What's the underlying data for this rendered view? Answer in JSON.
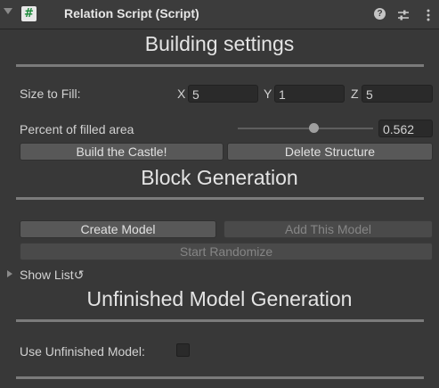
{
  "header": {
    "title": "Relation Script (Script)",
    "script_icon_glyph": "#",
    "help_glyph": "?",
    "icons": [
      "foldout-arrow-icon",
      "script-icon",
      "help-icon",
      "presets-icon",
      "kebab-menu-icon"
    ]
  },
  "building": {
    "heading": "Building settings",
    "size_label": "Size to Fill:",
    "x_label": "X",
    "x_value": "5",
    "y_label": "Y",
    "y_value": "1",
    "z_label": "Z",
    "z_value": "5",
    "percent_label": "Percent of filled area",
    "percent_value": "0.562",
    "slider_fraction": 0.562,
    "build_button": "Build the Castle!",
    "delete_button": "Delete Structure"
  },
  "block": {
    "heading": "Block Generation",
    "create_button": "Create Model",
    "add_button": "Add This Model",
    "randomize_button": "Start Randomize",
    "show_list": "Show List↺"
  },
  "unfinished": {
    "heading": "Unfinished Model Generation",
    "use_label": "Use Unfinished Model:",
    "use_checked": false
  },
  "colors": {
    "background": "#383838",
    "field": "#2a2a2a",
    "button": "#585858",
    "button_disabled": "#4a4a4a",
    "separator": "#7b7b7b"
  }
}
